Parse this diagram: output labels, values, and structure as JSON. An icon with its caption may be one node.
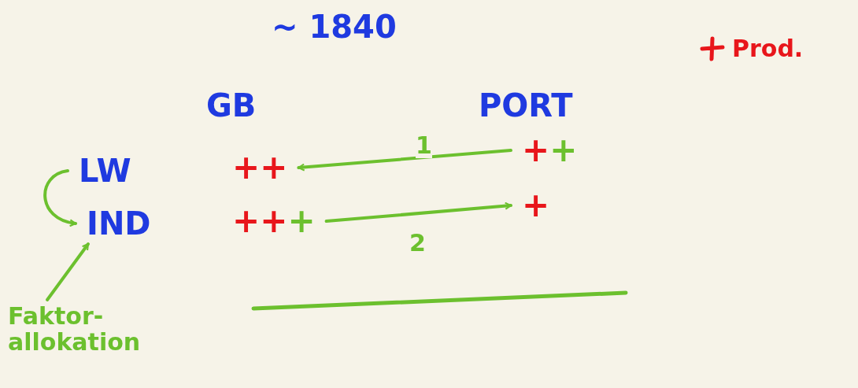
{
  "diagram": {
    "title": "~ 1840",
    "nodes": [
      {
        "text": [
          "LW"
        ]
      },
      {
        "text": [
          "++"
        ]
      },
      {
        "text": [
          "+",
          "+"
        ]
      },
      {
        "text": [
          "IND"
        ]
      },
      {
        "text": [
          "++",
          "+"
        ]
      },
      {
        "text": [
          "+"
        ]
      },
      {
        "text": [
          "Faktor- allokation"
        ]
      }
    ],
    "edges": [
      {
        "from": 2,
        "to": 1,
        "arrow": "to",
        "label": "1"
      },
      {
        "from": 4,
        "to": 5,
        "arrow": "to",
        "label": "2"
      },
      {
        "from": 0,
        "to": 3,
        "arrow": "to"
      },
      {
        "from": 6,
        "to": 3,
        "arrow": "to"
      }
    ],
    "labels": [
      "GB",
      "PORT"
    ],
    "legend": [
      {
        "text": "Prod."
      }
    ]
  }
}
